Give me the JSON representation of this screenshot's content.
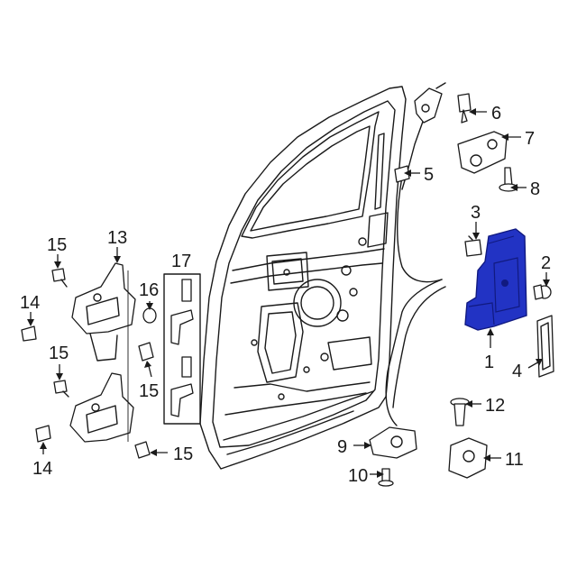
{
  "colors": {
    "highlight": "#2233c4",
    "highlight_dark": "#111a80",
    "line": "#1a1a1a"
  },
  "callouts": [
    {
      "id": "1",
      "label": "1"
    },
    {
      "id": "2",
      "label": "2"
    },
    {
      "id": "3",
      "label": "3"
    },
    {
      "id": "4",
      "label": "4"
    },
    {
      "id": "5",
      "label": "5"
    },
    {
      "id": "6",
      "label": "6"
    },
    {
      "id": "7",
      "label": "7"
    },
    {
      "id": "8",
      "label": "8"
    },
    {
      "id": "9",
      "label": "9"
    },
    {
      "id": "10",
      "label": "10"
    },
    {
      "id": "11",
      "label": "11"
    },
    {
      "id": "12",
      "label": "12"
    },
    {
      "id": "13",
      "label": "13"
    },
    {
      "id": "14a",
      "label": "14"
    },
    {
      "id": "14b",
      "label": "14"
    },
    {
      "id": "15a",
      "label": "15"
    },
    {
      "id": "15b",
      "label": "15"
    },
    {
      "id": "15c",
      "label": "15"
    },
    {
      "id": "15d",
      "label": "15"
    },
    {
      "id": "16",
      "label": "16"
    },
    {
      "id": "17",
      "label": "17"
    }
  ]
}
